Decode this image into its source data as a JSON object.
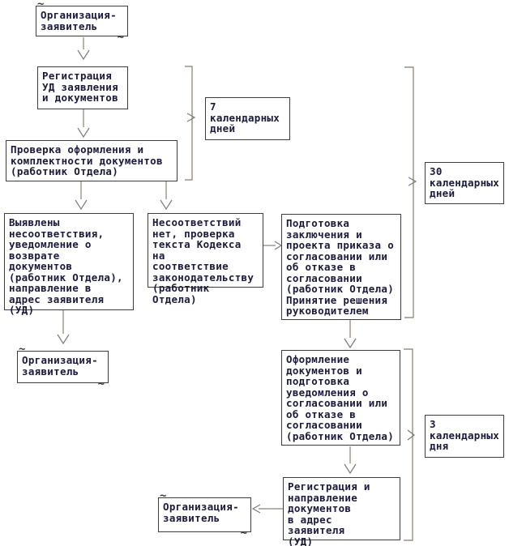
{
  "diagram": {
    "title_hint": "Flowchart of document approval procedure",
    "colors": {
      "background": "#ffffff",
      "box_border": "#3b3b3b",
      "text": "#1a1a3c",
      "connector_line": "#8a8070",
      "bracket_line": "#857c6c"
    },
    "nodes": [
      {
        "id": "org-top",
        "label": "Организация-\nзаявитель"
      },
      {
        "id": "registration-ud",
        "label": "Регистрация\nУД заявления\nи документов"
      },
      {
        "id": "check-docs",
        "label": "Проверка оформления и\nкомплектности документов\n(работник Отдела)"
      },
      {
        "id": "discrepancies-found",
        "label": "Выявлены\nнесоответствия,\nуведомление о\nвозврате документов\n(работник Отдела),\nнаправление в\nадрес заявителя\n(УД)"
      },
      {
        "id": "no-discrepancies",
        "label": "Несоответствий\nнет, проверка\nтекста Кодекса на\nсоответствие\nзаконодательству\n(работник Отдела)"
      },
      {
        "id": "prepare-decision",
        "label": "Подготовка\nзаключения и\nпроекта приказа о\nсогласовании или\nоб отказе в\nсогласовании\n(работник Отдела)\nПринятие решения\nруководителем"
      },
      {
        "id": "org-mid",
        "label": "Организация-\nзаявитель"
      },
      {
        "id": "formalize-docs",
        "label": "Оформление\nдокументов и\nподготовка\nуведомления о\nсогласовании или\nоб отказе в\nсогласовании\n(работник Отдела)"
      },
      {
        "id": "register-send",
        "label": "Регистрация и\nнаправление\nдокументов\nв адрес заявителя\n(УД)"
      },
      {
        "id": "org-bottom",
        "label": "Организация-\nзаявитель"
      }
    ],
    "durations": [
      {
        "id": "days-7",
        "label": "7\nкалендарных\nдней"
      },
      {
        "id": "days-30",
        "label": "30\nкалендарных\nдней"
      },
      {
        "id": "days-3",
        "label": "3\nкалендарных\nдня"
      }
    ]
  }
}
